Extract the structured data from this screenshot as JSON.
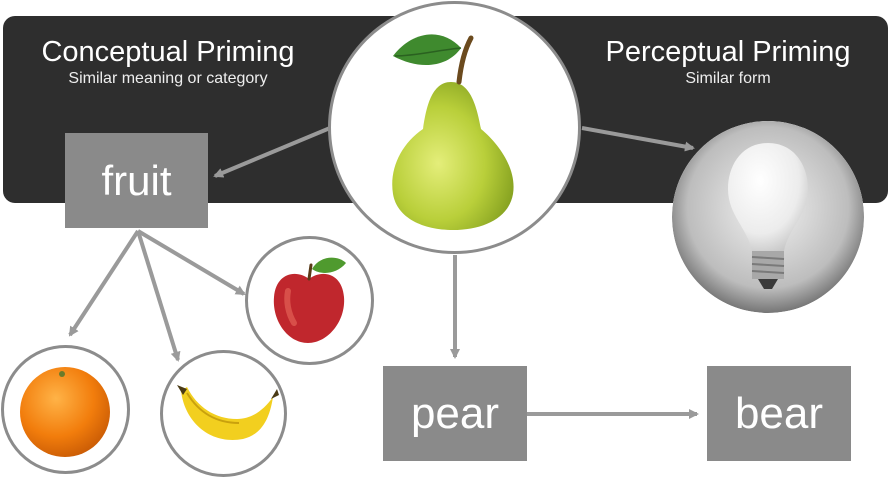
{
  "conceptual": {
    "title": "Conceptual Priming",
    "subtitle": "Similar meaning or category"
  },
  "perceptual": {
    "title": "Perceptual Priming",
    "subtitle": "Similar form"
  },
  "words": {
    "fruit": "fruit",
    "pear": "pear",
    "bear": "bear"
  },
  "images": {
    "center": "pear-image",
    "right": "light-bulb-image",
    "apple": "apple-image",
    "orange": "orange-image",
    "banana": "banana-image"
  },
  "colors": {
    "banner": "#2e2e2e",
    "box": "#8a8a8a",
    "arrow": "#9a9a9a",
    "circle_border": "#8c8c8c"
  }
}
